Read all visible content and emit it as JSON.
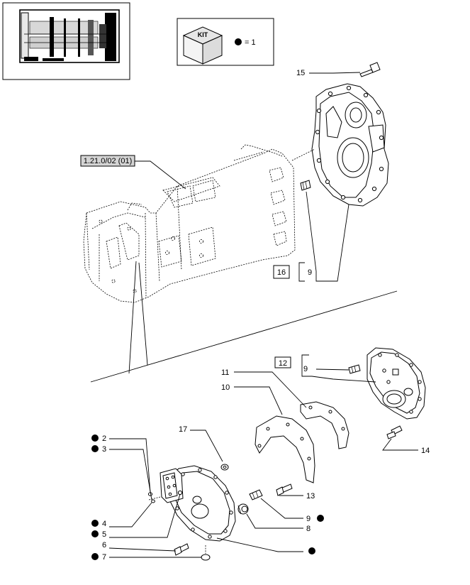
{
  "kit_box": {
    "badge": "KIT",
    "legend": "= 1"
  },
  "reference": "1.21.0/02 (01)",
  "groups": {
    "g16": "16",
    "g12": "12"
  },
  "callouts": {
    "c2": "2",
    "c3": "3",
    "c4": "4",
    "c5": "5",
    "c6": "6",
    "c7": "7",
    "c8": "8",
    "c9a": "9",
    "c9b": "9",
    "c9c": "9",
    "c10": "10",
    "c11": "11",
    "c13": "13",
    "c14": "14",
    "c15": "15",
    "c17": "17"
  }
}
